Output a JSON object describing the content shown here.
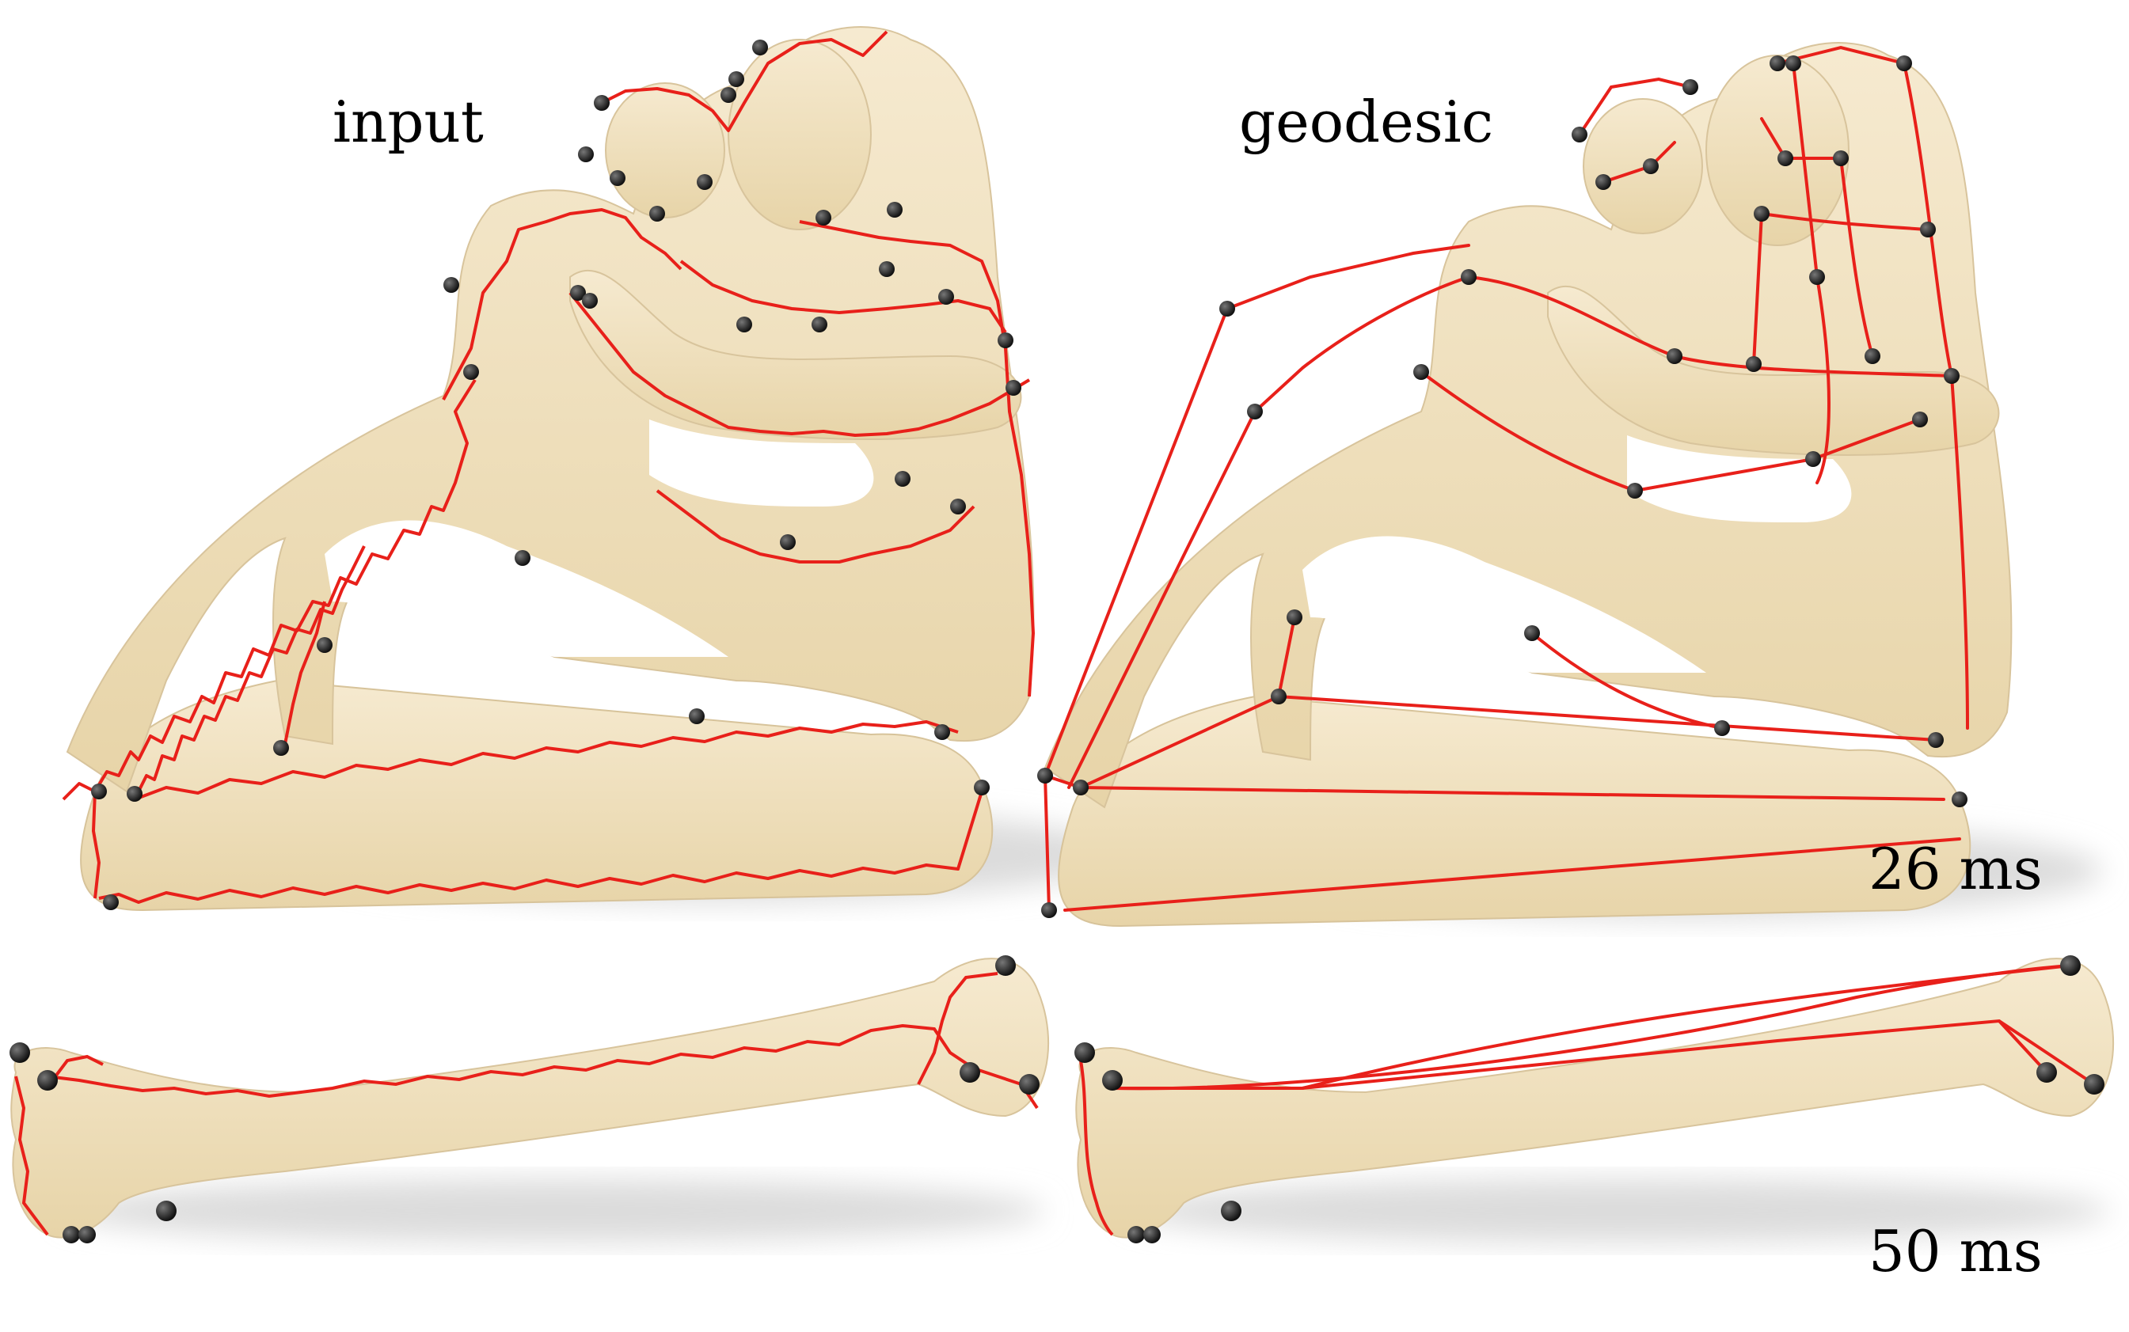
{
  "figure": {
    "labels": {
      "input": "input",
      "geodesic": "geodesic",
      "time_row1": "26 ms",
      "time_row2": "50 ms"
    },
    "colors": {
      "surface": "#f3e5c0",
      "surface_shade": "#e6d3a6",
      "curve": "#e8201a",
      "vertex": "#1f1f1f",
      "shadow": "#d8d8d8"
    }
  }
}
